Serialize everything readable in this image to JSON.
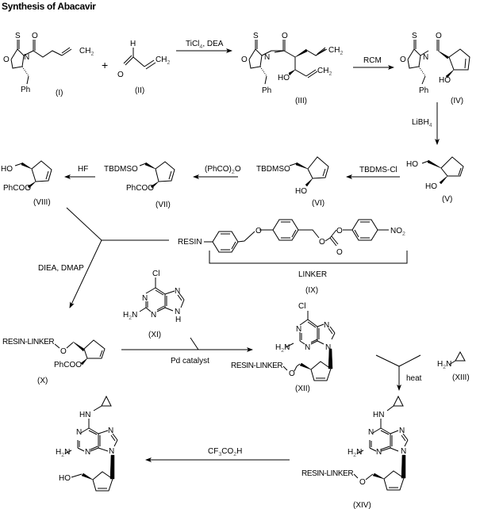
{
  "title": "Synthesis of Abacavir",
  "compounds": {
    "I": {
      "label": "(I)",
      "atoms": {
        "S": "S",
        "O_carbonyl": "O",
        "O_ring": "O",
        "N": "N",
        "CH2": "CH",
        "CH2_sub": "2",
        "Ph": "Ph"
      }
    },
    "II": {
      "label": "(II)",
      "atoms": {
        "H": "H",
        "O": "O",
        "CH2": "CH",
        "CH2_sub": "2"
      }
    },
    "III": {
      "label": "(III)",
      "atoms": {
        "S": "S",
        "O_carbonyl": "O",
        "O_ring": "O",
        "N": "N",
        "CH2a": "CH",
        "CH2b": "CH",
        "sub": "2",
        "HO": "HO",
        "Ph": "Ph"
      }
    },
    "IV": {
      "label": "(IV)",
      "atoms": {
        "S": "S",
        "O_carbonyl": "O",
        "O_ring": "O",
        "N": "N",
        "HO": "HO",
        "Ph": "Ph"
      }
    },
    "V": {
      "label": "(V)",
      "atoms": {
        "HO1": "HO",
        "HO2": "HO"
      }
    },
    "VI": {
      "label": "(VI)",
      "atoms": {
        "TBDMSO": "TBDMSO",
        "HO": "HO"
      }
    },
    "VII": {
      "label": "(VII)",
      "atoms": {
        "TBDMSO": "TBDMSO",
        "PhCOO": "PhCOO"
      }
    },
    "VIII": {
      "label": "(VIII)",
      "atoms": {
        "HO": "HO",
        "PhCOO": "PhCOO"
      }
    },
    "IX": {
      "label": "(IX)",
      "bracket_label": "LINKER",
      "atoms": {
        "RESIN": "RESIN",
        "O1": "O",
        "O2": "O",
        "O3": "O",
        "O4": "O",
        "NO2": "NO",
        "NO2_sub": "2"
      }
    },
    "X": {
      "label": "(X)",
      "atoms": {
        "RESIN_LINKER": "RESIN-LINKER",
        "O": "O",
        "PhCOO": "PhCOO"
      }
    },
    "XI": {
      "label": "(XI)",
      "atoms": {
        "Cl": "Cl",
        "N1": "N",
        "N3": "N",
        "N7": "N",
        "N9": "N",
        "H": "H",
        "H2N": "H",
        "H2N_sub": "2",
        "H2N_N": "N"
      }
    },
    "XII": {
      "label": "(XII)",
      "atoms": {
        "Cl": "Cl",
        "N1": "N",
        "N3": "N",
        "N7": "N",
        "N9": "N",
        "H2N": "H",
        "H2N_sub": "2",
        "H2N_N": "N",
        "RESIN_LINKER": "RESIN-LINKER",
        "O": "O"
      }
    },
    "XIII": {
      "label": "(XIII)",
      "atoms": {
        "H2N": "H",
        "H2N_sub": "2",
        "H2N_N": "N"
      }
    },
    "XIV": {
      "label": "(XIV)",
      "atoms": {
        "HN": "HN",
        "N1": "N",
        "N3": "N",
        "N7": "N",
        "N9": "N",
        "H2N": "H",
        "H2N_sub": "2",
        "H2N_N": "N",
        "RESIN_LINKER": "RESIN-LINKER",
        "O": "O"
      }
    },
    "product": {
      "atoms": {
        "HN": "HN",
        "N1": "N",
        "N3": "N",
        "N7": "N",
        "N9": "N",
        "H2N": "H",
        "H2N_sub": "2",
        "H2N_N": "N",
        "HO": "HO"
      }
    }
  },
  "plus_sign": "+",
  "reagents": {
    "step1": {
      "text": "TiCl",
      "sub": "4",
      "text2": ", DEA"
    },
    "step2": "RCM",
    "step3": {
      "text": "LiBH",
      "sub": "4"
    },
    "step4": "TBDMS-Cl",
    "step5": {
      "text": "(PhCO)",
      "sub": "2",
      "text2": "O"
    },
    "step6": "HF",
    "step7": "DIEA, DMAP",
    "step8": "Pd catalyst",
    "step9": "heat",
    "step10": {
      "text": "CF",
      "sub": "3",
      "text2": "CO",
      "sub2": "2",
      "text3": "H"
    }
  }
}
